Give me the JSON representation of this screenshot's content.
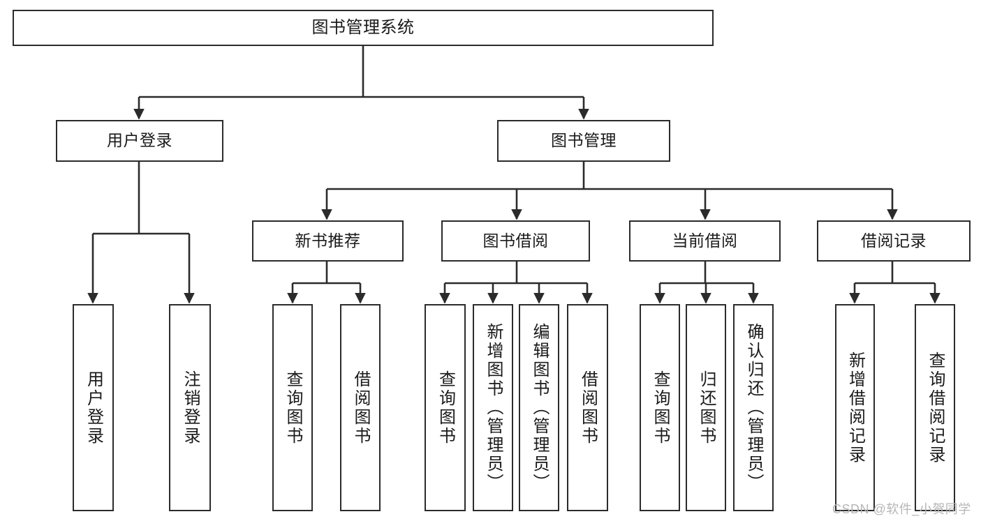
{
  "diagram": {
    "type": "tree-hierarchy-chart",
    "title": "图书管理系统",
    "watermark": "CSDN @软件_小贺同学",
    "colors": {
      "box_border": "#2b2b2b",
      "box_fill": "#ffffff",
      "connector": "#2b2b2b",
      "text": "#1a1a1a",
      "watermark": "#b6b6b6",
      "background": "#ffffff"
    },
    "nodes": {
      "root": {
        "label": "图书管理系统"
      },
      "level1": [
        {
          "label": "用户登录"
        },
        {
          "label": "图书管理"
        }
      ],
      "level2": [
        {
          "label": "新书推荐"
        },
        {
          "label": "图书借阅"
        },
        {
          "label": "当前借阅"
        },
        {
          "label": "借阅记录"
        }
      ],
      "leaves": [
        {
          "label": "用户登录",
          "parent": "用户登录"
        },
        {
          "label": "注销登录",
          "parent": "用户登录"
        },
        {
          "label": "查询图书",
          "parent": "新书推荐"
        },
        {
          "label": "借阅图书",
          "parent": "新书推荐"
        },
        {
          "label": "查询图书",
          "parent": "图书借阅"
        },
        {
          "label": "新增图书（管理员）",
          "parent": "图书借阅"
        },
        {
          "label": "编辑图书（管理员）",
          "parent": "图书借阅"
        },
        {
          "label": "借阅图书",
          "parent": "图书借阅"
        },
        {
          "label": "查询图书",
          "parent": "当前借阅"
        },
        {
          "label": "归还图书",
          "parent": "当前借阅"
        },
        {
          "label": "确认归还（管理员）",
          "parent": "当前借阅"
        },
        {
          "label": "新增借阅记录",
          "parent": "借阅记录"
        },
        {
          "label": "查询借阅记录",
          "parent": "借阅记录"
        }
      ]
    }
  }
}
